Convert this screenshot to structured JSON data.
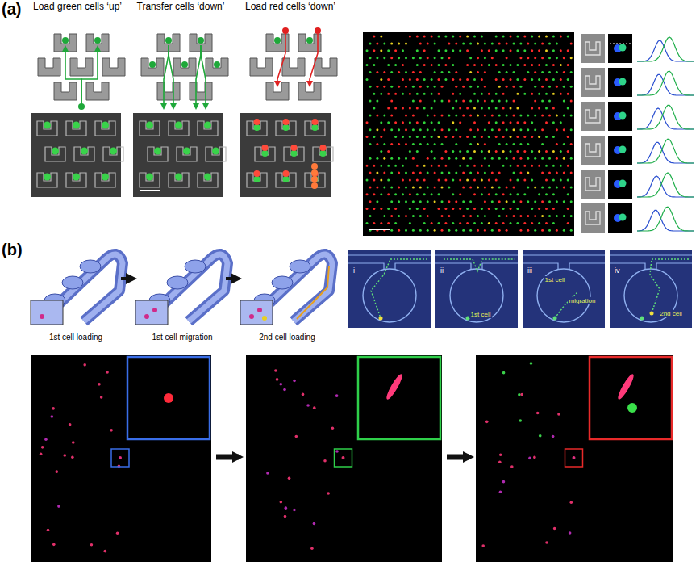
{
  "diagram": {
    "labels": [
      "(a)",
      "Load green cells ‘up’",
      "Transfer cells ‘down’",
      "Load red cells ‘down’",
      "(b)",
      "i",
      "ii",
      "iii",
      "iv",
      "1st cell",
      "1st cell",
      "migration",
      "2nd cell",
      "1st cell loading",
      "1st cell migration",
      "2nd cell loading"
    ]
  }
}
